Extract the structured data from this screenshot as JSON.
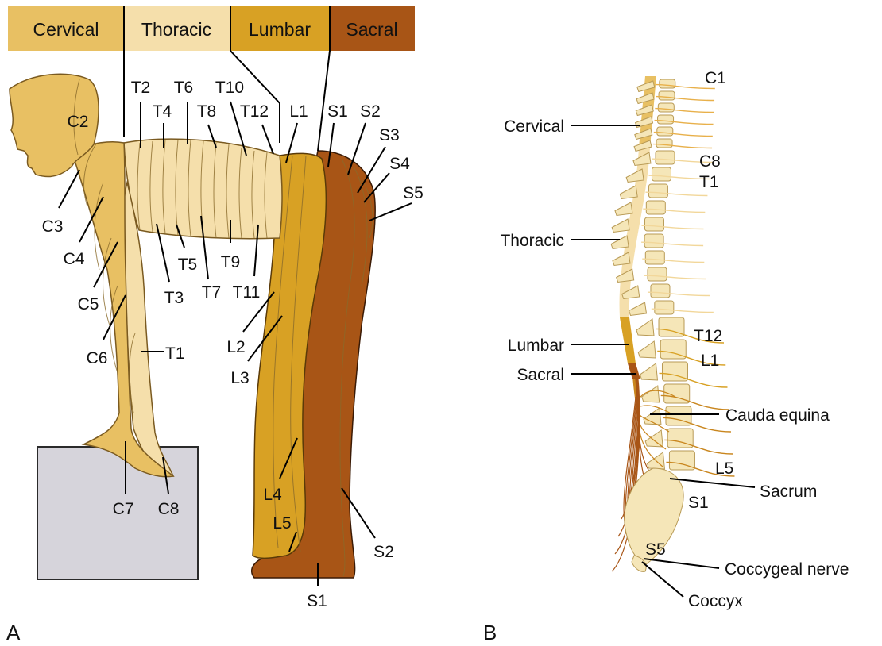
{
  "header": {
    "cervical": "Cervical",
    "thoracic": "Thoracic",
    "lumbar": "Lumbar",
    "sacral": "Sacral"
  },
  "colors": {
    "cervical": "#E8C063",
    "thoracic": "#F5DFAB",
    "lumbar": "#D8A124",
    "sacral": "#A85516",
    "box": "#D6D4DB",
    "bone": "#F5E6B8"
  },
  "panelA": {
    "label": "A",
    "dermatomes": {
      "C2": "C2",
      "C3": "C3",
      "C4": "C4",
      "C5": "C5",
      "C6": "C6",
      "C7": "C7",
      "C8": "C8",
      "T1": "T1",
      "T2": "T2",
      "T3": "T3",
      "T4": "T4",
      "T5": "T5",
      "T6": "T6",
      "T7": "T7",
      "T8": "T8",
      "T9": "T9",
      "T10": "T10",
      "T11": "T11",
      "T12": "T12",
      "L1": "L1",
      "L2": "L2",
      "L3": "L3",
      "L4": "L4",
      "L5": "L5",
      "S1": "S1",
      "S1b": "S1",
      "S2": "S2",
      "S2b": "S2",
      "S3": "S3",
      "S4": "S4",
      "S5": "S5"
    }
  },
  "panelB": {
    "label": "B",
    "labels": {
      "C1": "C1",
      "cervical": "Cervical",
      "C8": "C8",
      "T1": "T1",
      "thoracic": "Thoracic",
      "T12": "T12",
      "lumbar": "Lumbar",
      "L1": "L1",
      "sacral": "Sacral",
      "cauda": "Cauda equina",
      "L5": "L5",
      "sacrum": "Sacrum",
      "S1": "S1",
      "S5": "S5",
      "coccygeal": "Coccygeal nerve",
      "coccyx": "Coccyx"
    }
  }
}
